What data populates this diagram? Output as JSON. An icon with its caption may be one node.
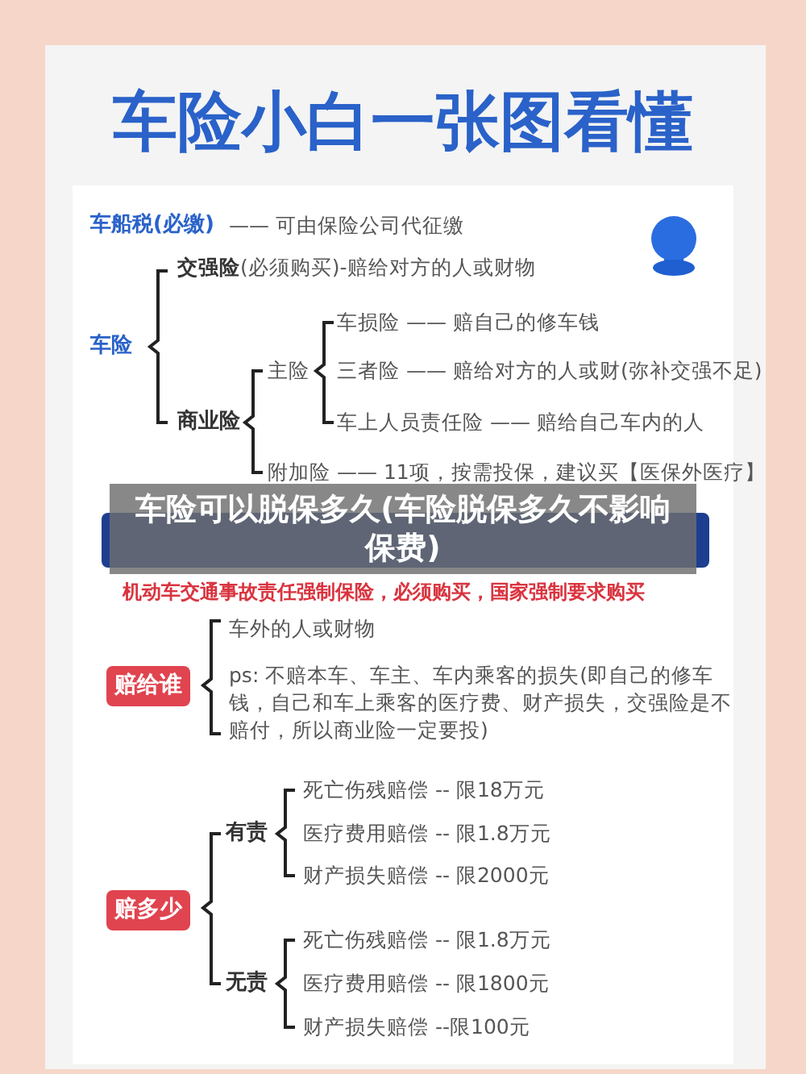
{
  "diagram": {
    "title": "车险小白一张图看懂",
    "caption": "车险可以脱保多久(车险脱保多久不影响保费)",
    "nodes": [
      {
        "text": [],
        "shape": "bar"
      },
      {
        "text": [
          "赔给谁"
        ]
      },
      {
        "text": [
          "赔多少"
        ]
      }
    ],
    "labels": [
      "车船税(必缴)",
      "—— 可由保险公司代征缴",
      "**交强险**(必须购买)-赔给对方的人或财物",
      "车损险 —— 赔自己的修车钱",
      "车险",
      "主险",
      "三者险 —— 赔给对方的人或财(弥补交强不足)",
      "商业险",
      "车上人员责任险 —— 赔给自己车内的人",
      "附加险 —— 11项，按需投保，建议买【医保外医疗】",
      "机动车交通事故责任强制保险，必须购买，国家强制要求购买",
      "车外的人或财物",
      "ps: 不赔本车、车主、车内乘客的损失(即自己的修车钱，自己和车上乘客的医疗费、财产损失，交强险是不赔付，所以商业险一定要投)",
      "死亡伤残赔偿 -- 限18万元",
      "有责",
      "医疗费用赔偿 -- 限1.8万元",
      "财产损失赔偿 -- 限2000元",
      "死亡伤残赔偿 -- 限1.8万元",
      "无责",
      "医疗费用赔偿 -- 限1800元",
      "财产损失赔偿 --限100元"
    ]
  }
}
